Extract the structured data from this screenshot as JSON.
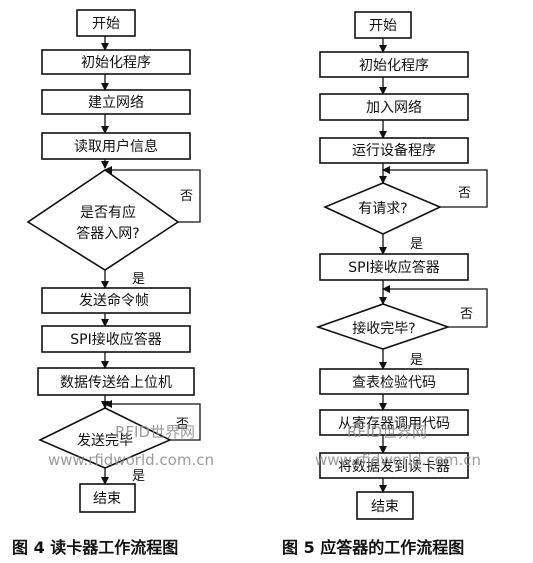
{
  "left": {
    "start": "开始",
    "init": "初始化程序",
    "build_network": "建立网络",
    "read_user_info": "读取用户信息",
    "decision_line1": "是否有应",
    "decision_line2": "答器入网?",
    "no": "否",
    "yes": "是",
    "send_frame": "发送命令帧",
    "spi_receive": "SPI接收应答器",
    "upload_data": "数据传送给上位机",
    "send_done": "发送完毕",
    "no2": "否",
    "yes2": "是",
    "end": "结束",
    "caption": "图 4 读卡器工作流程图"
  },
  "right": {
    "start": "开始",
    "init": "初始化程序",
    "join_network": "加入网络",
    "run_device": "运行设备程序",
    "has_request": "有请求?",
    "no": "否",
    "yes": "是",
    "spi_receive": "SPI接收应答器",
    "receive_done": "接收完毕?",
    "no2": "否",
    "yes2": "是",
    "lookup_code": "查表检验代码",
    "call_code": "从寄存器调用代码",
    "send_to_reader": "将数据发到读卡器",
    "end": "结束",
    "caption": "图 5  应答器的工作流程图"
  },
  "watermark": {
    "brand": "RFID世界网",
    "url": "www.rfidworld.com.cn"
  }
}
